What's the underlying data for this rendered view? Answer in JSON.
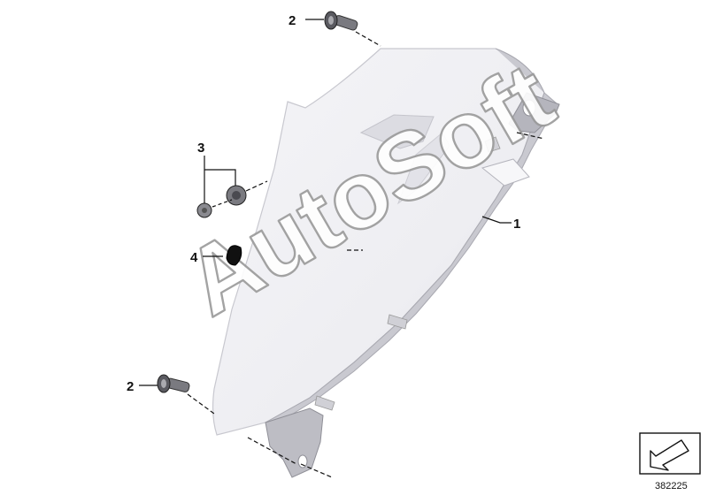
{
  "diagram": {
    "callouts": [
      {
        "label": "1",
        "part": "cover-panel"
      },
      {
        "label": "2",
        "part": "screw"
      },
      {
        "label": "2",
        "part": "screw"
      },
      {
        "label": "3",
        "part": "grommet-and-clip"
      },
      {
        "label": "4",
        "part": "cap"
      }
    ],
    "part_number": "382225",
    "watermark": "AutoSoft",
    "icons": [
      "navigation-arrow-icon"
    ]
  }
}
